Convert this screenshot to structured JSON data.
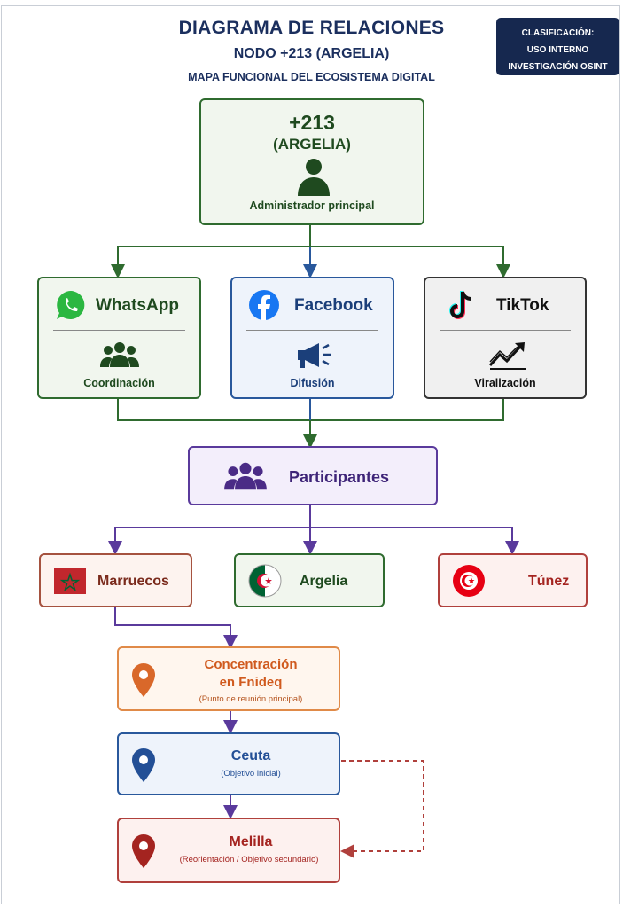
{
  "header": {
    "title": "DIAGRAMA DE RELACIONES",
    "subtitle": "NODO +213 (ARGELIA)",
    "caption": "MAPA FUNCIONAL DEL ECOSISTEMA DIGITAL"
  },
  "classification": {
    "line1": "CLASIFICACIÓN:",
    "line2": "USO INTERNO",
    "line3": "INVESTIGACIÓN OSINT"
  },
  "root": {
    "code": "+213",
    "country": "(ARGELIA)",
    "role": "Administrador principal",
    "icon": "person-icon"
  },
  "platforms": [
    {
      "name": "WhatsApp",
      "function": "Coordinación",
      "logo": "whatsapp-logo",
      "icon": "group-icon",
      "color": "#2f6b2f"
    },
    {
      "name": "Facebook",
      "function": "Difusión",
      "logo": "facebook-logo",
      "icon": "megaphone-icon",
      "color": "#29589c"
    },
    {
      "name": "TikTok",
      "function": "Viralización",
      "logo": "tiktok-logo",
      "icon": "trend-up-icon",
      "color": "#222222"
    }
  ],
  "participants": {
    "label": "Participantes",
    "icon": "group-icon",
    "color": "#5a3a9c"
  },
  "countries": [
    {
      "name": "Marruecos",
      "flag": "morocco-flag"
    },
    {
      "name": "Argelia",
      "flag": "algeria-flag"
    },
    {
      "name": "Túnez",
      "flag": "tunisia-flag"
    }
  ],
  "locations": [
    {
      "title_line1": "Concentración",
      "title_line2": "en Fnideq",
      "note": "(Punto de reunión principal)",
      "color": "#d9682a"
    },
    {
      "title_line1": "Ceuta",
      "note": "(Objetivo inicial)",
      "color": "#234f96"
    },
    {
      "title_line1": "Melilla",
      "note": "(Reorientación / Objetivo secundario)",
      "color": "#a42420"
    }
  ],
  "colors": {
    "navy": "#1b2f5e",
    "green": "#2f6b2f",
    "blue": "#29589c",
    "purple": "#5a3a9c",
    "red": "#b0403c",
    "dashed_red": "#b0403c"
  }
}
